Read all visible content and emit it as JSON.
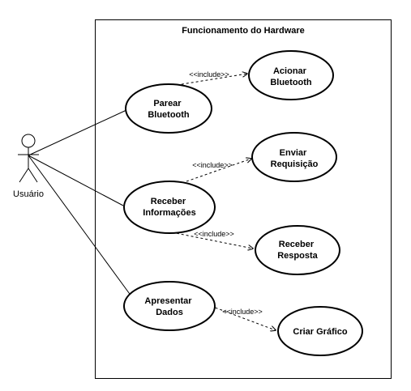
{
  "diagram": {
    "system_title": "Funcionamento do Hardware",
    "actor": {
      "label": "Usuário"
    },
    "use_cases": [
      {
        "id": "parear",
        "lines": [
          "Parear",
          "Bluetooth"
        ]
      },
      {
        "id": "acionar",
        "lines": [
          "Acionar",
          "Bluetooth"
        ]
      },
      {
        "id": "receber-info",
        "lines": [
          "Receber",
          "Informações"
        ]
      },
      {
        "id": "enviar",
        "lines": [
          "Enviar",
          "Requisição"
        ]
      },
      {
        "id": "receber-resp",
        "lines": [
          "Receber",
          "Resposta"
        ]
      },
      {
        "id": "apresentar",
        "lines": [
          "Apresentar",
          "Dados"
        ]
      },
      {
        "id": "criar",
        "lines": [
          "Criar Gráfico"
        ]
      }
    ],
    "includes": [
      {
        "from": "parear",
        "to": "acionar",
        "label": "<<include>>"
      },
      {
        "from": "receber-info",
        "to": "enviar",
        "label": "<<include>>"
      },
      {
        "from": "receber-info",
        "to": "receber-resp",
        "label": "<<include>>"
      },
      {
        "from": "apresentar",
        "to": "criar",
        "label": "<<include>>"
      }
    ],
    "associations": [
      {
        "actor": "usuario",
        "use_case": "parear"
      },
      {
        "actor": "usuario",
        "use_case": "receber-info"
      },
      {
        "actor": "usuario",
        "use_case": "apresentar"
      }
    ]
  }
}
